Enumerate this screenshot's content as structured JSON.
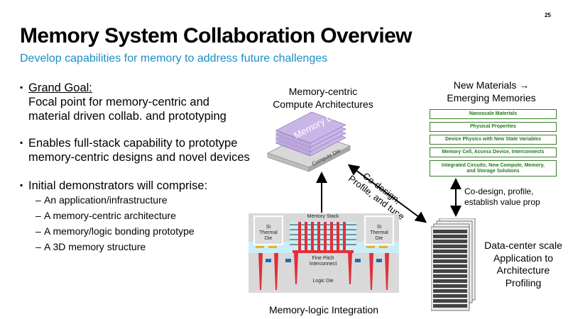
{
  "page_number": "25",
  "title": "Memory System Collaboration Overview",
  "subtitle": "Develop capabilities for memory to address future challenges",
  "bullets": {
    "b1_heading": "Grand Goal:",
    "b1_line1": "Focal point for memory-centric and",
    "b1_line2": "material driven collab. and prototyping",
    "b2_line1": "Enables full-stack capability to prototype",
    "b2_line2": "memory-centric designs and novel devices",
    "b3_line1": "Initial demonstrators will comprise:",
    "sub_items": [
      "An application/infrastructure",
      "A memory-centric architecture",
      "A memory/logic bonding prototype",
      "A 3D memory structure"
    ],
    "bullet_glyph": "▪",
    "dash_glyph": "–"
  },
  "compute": {
    "label_line1": "Memory-centric",
    "label_line2": "Compute Architectures",
    "memory_die": "Memory Die",
    "compute_die": "Compute Die"
  },
  "materials": {
    "heading_line1": "New Materials →",
    "heading_line2": "Emerging Memories",
    "boxes": [
      "Nanoscale Materials",
      "Physical Properties",
      "Device Physics with New State Variables",
      "Memory Cell, Access Device, Interconnects",
      "Integrated Circuits; New Compute, Memory,",
      "and Storage Solutions"
    ]
  },
  "codesign_diag": {
    "line1": "Co-design,",
    "line2": "Profile, and tune"
  },
  "codesign_right": {
    "line1": "Co-design, profile,",
    "line2": "establish value prop"
  },
  "datacenter": {
    "line1": "Data-center scale",
    "line2": "Application to",
    "line3": "Architecture",
    "line4": "Profiling"
  },
  "integration": {
    "caption": "Memory-logic Integration",
    "memory_stack": "Memory Stack",
    "si_thermal": "Si",
    "thermal": "Thermal",
    "die": "Die",
    "fine_pitch_1": "Fine Pitch",
    "fine_pitch_2": "Interconnect",
    "logic_die": "Logic Die"
  },
  "colors": {
    "subtitle": "#1a8fc4",
    "memory_die": "#c9b6e6",
    "green": "#1f7a1f",
    "tsv_red": "#e0303a"
  }
}
